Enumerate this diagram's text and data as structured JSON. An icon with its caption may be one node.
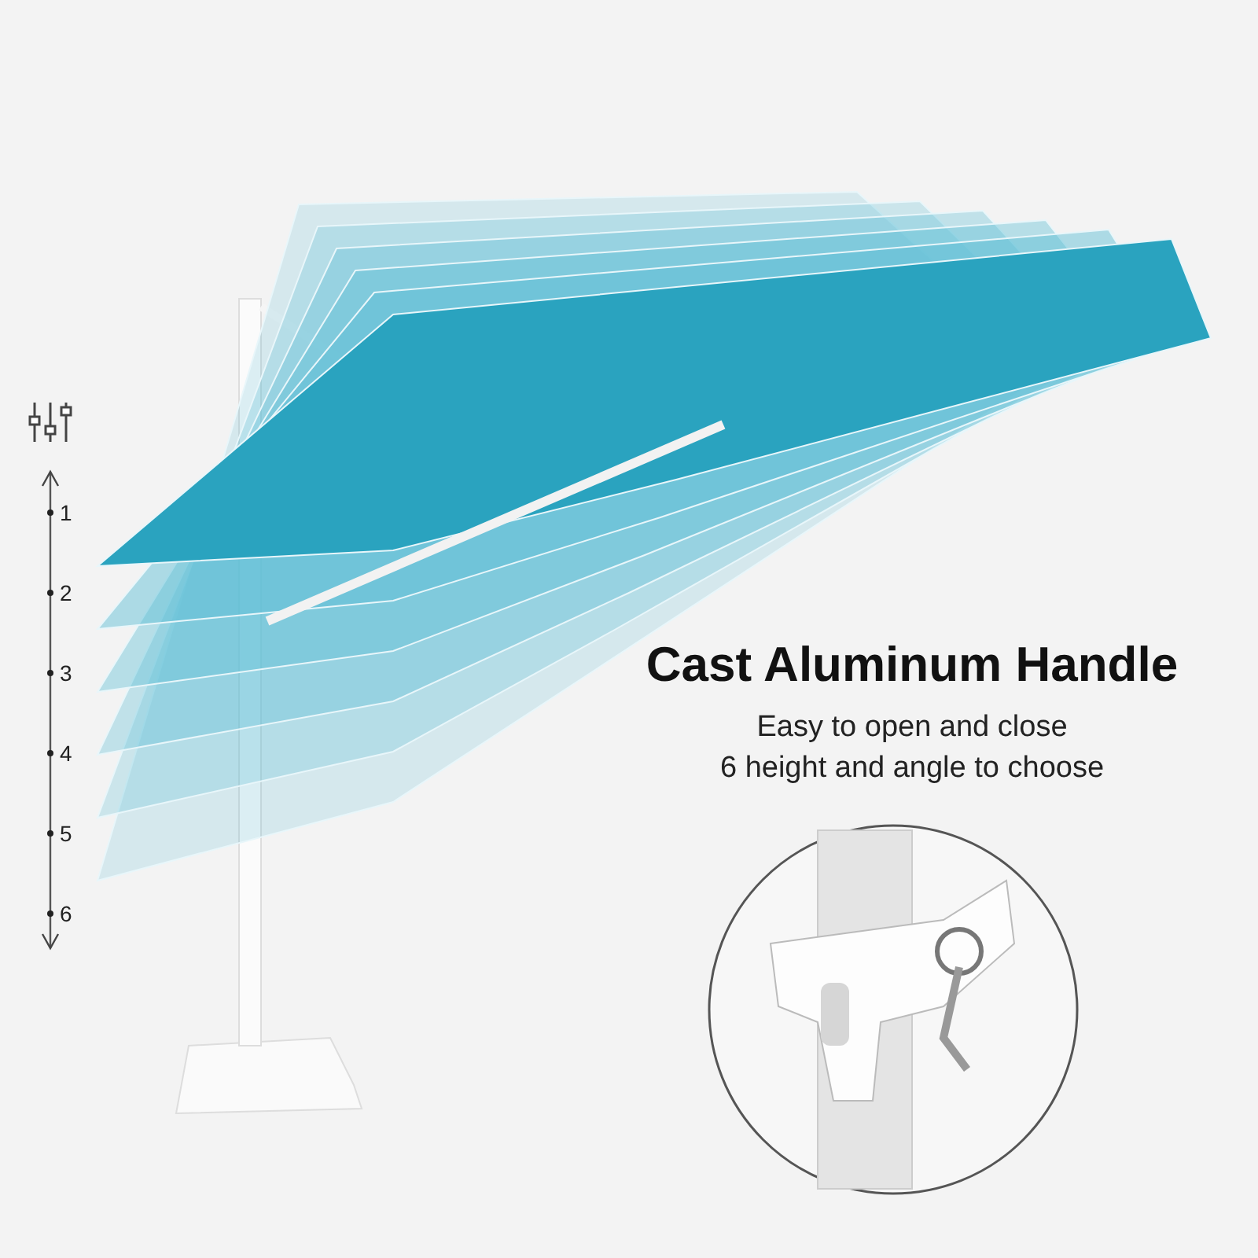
{
  "diagram": {
    "title": "Cast Aluminum Handle",
    "labels": [
      "1",
      "2",
      "3",
      "4",
      "5",
      "6",
      "Easy to open and close",
      "6 height and angle to choose"
    ]
  }
}
